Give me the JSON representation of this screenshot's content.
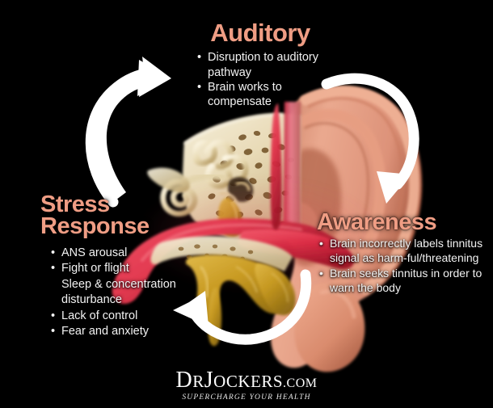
{
  "poster": {
    "background_color": "#000000",
    "heading_color": "#ef9d84",
    "body_text_color": "#f2f2f2",
    "arrow_color": "#ffffff"
  },
  "sections": {
    "auditory": {
      "heading": "Auditory",
      "bullets": [
        {
          "text": "Disruption to auditory pathway",
          "bulleted": true
        },
        {
          "text": "Brain works to compensate",
          "bulleted": true
        }
      ]
    },
    "stress": {
      "heading": "Stress\nResponse",
      "bullets": [
        {
          "text": "ANS arousal",
          "bulleted": true
        },
        {
          "text": "Fight or flight",
          "bulleted": true
        },
        {
          "text": "Sleep & concentration disturbance",
          "bulleted": false
        },
        {
          "text": "Lack of control",
          "bulleted": true
        },
        {
          "text": "Fear and anxiety",
          "bulleted": true
        }
      ]
    },
    "awareness": {
      "heading": "Awareness",
      "bullets": [
        {
          "text": "Brain incorrectly labels tinnitus signal as harm-ful/threatening",
          "bulleted": true
        },
        {
          "text": "Brain seeks tinnitus in order to warn the body",
          "bulleted": true
        }
      ]
    }
  },
  "arrows": [
    {
      "name": "arrow-stress-to-auditory",
      "direction": "up-right"
    },
    {
      "name": "arrow-auditory-to-awareness",
      "direction": "down-right"
    },
    {
      "name": "arrow-awareness-to-stress",
      "direction": "left"
    }
  ],
  "illustration": {
    "name": "ear-anatomy-cross-section",
    "parts": [
      "outer-ear-pinna",
      "ear-canal",
      "mastoid-bone",
      "cochlea",
      "semicircular-canals",
      "auditory-nerve",
      "eustachian-tube",
      "styloid-process"
    ],
    "colors": {
      "skin": "#e09277",
      "bone_porous": "#ece0c0",
      "bone_yellow": "#c8981f",
      "nerve_red": "#e1354b",
      "cochlea_cream": "#efe3c6"
    }
  },
  "logo": {
    "word_dr": "D",
    "word_dr_small": "R",
    "word_j": "J",
    "word_ockers": "OCKERS",
    "word_com": ".COM",
    "tagline": "SUPERCHARGE YOUR HEALTH"
  }
}
